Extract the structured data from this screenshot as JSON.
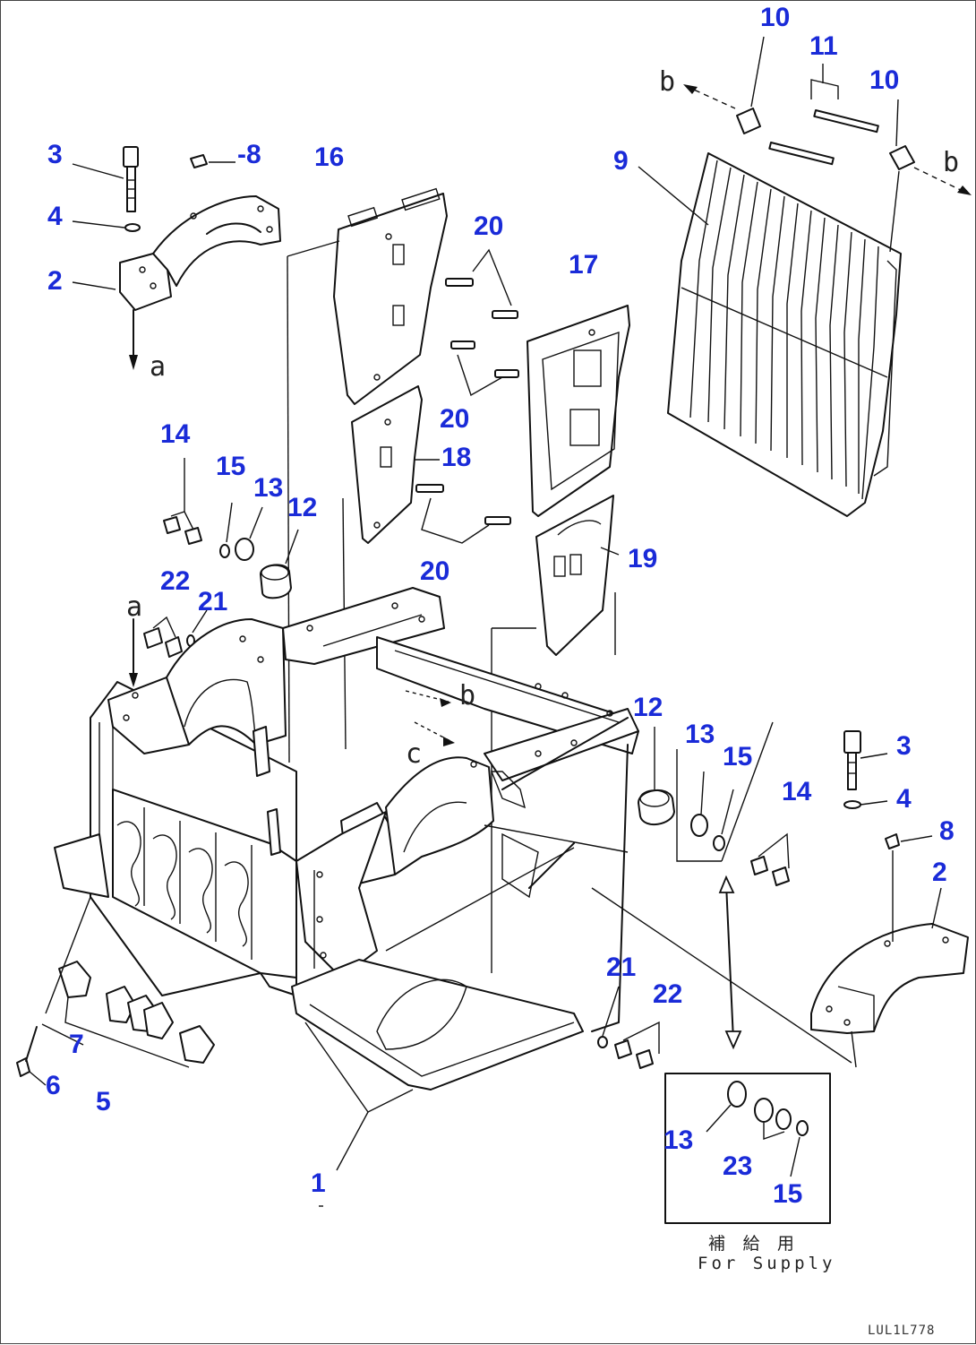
{
  "callouts": {
    "c1": "1",
    "c2a": "2",
    "c2b": "2",
    "c3a": "3",
    "c3b": "3",
    "c4a": "4",
    "c4b": "4",
    "c5": "5",
    "c6": "6",
    "c7": "7",
    "c8a": "-8",
    "c8b": "8",
    "c9": "9",
    "c10a": "10",
    "c10b": "10",
    "c11": "11",
    "c12a": "12",
    "c12b": "12",
    "c13a": "13",
    "c13b": "13",
    "c13c": "13",
    "c14a": "14",
    "c14b": "14",
    "c15a": "15",
    "c15b": "15",
    "c15c": "15",
    "c16": "16",
    "c17": "17",
    "c18": "18",
    "c19": "19",
    "c20a": "20",
    "c20b": "20",
    "c20c": "20",
    "c21a": "21",
    "c21b": "21",
    "c22a": "22",
    "c22b": "22",
    "c23": "23"
  },
  "references": {
    "a_top": "a",
    "a_mid": "a",
    "b_top": "b",
    "b_mid": "b",
    "b_right": "b",
    "c_mid": "c"
  },
  "supply_note": {
    "line1": "補 給 用",
    "line2": "For Supply"
  },
  "drawing_code": "LUL1L778",
  "colors": {
    "callout": "#1a2bd8",
    "linework": "#111111",
    "background": "#ffffff"
  }
}
